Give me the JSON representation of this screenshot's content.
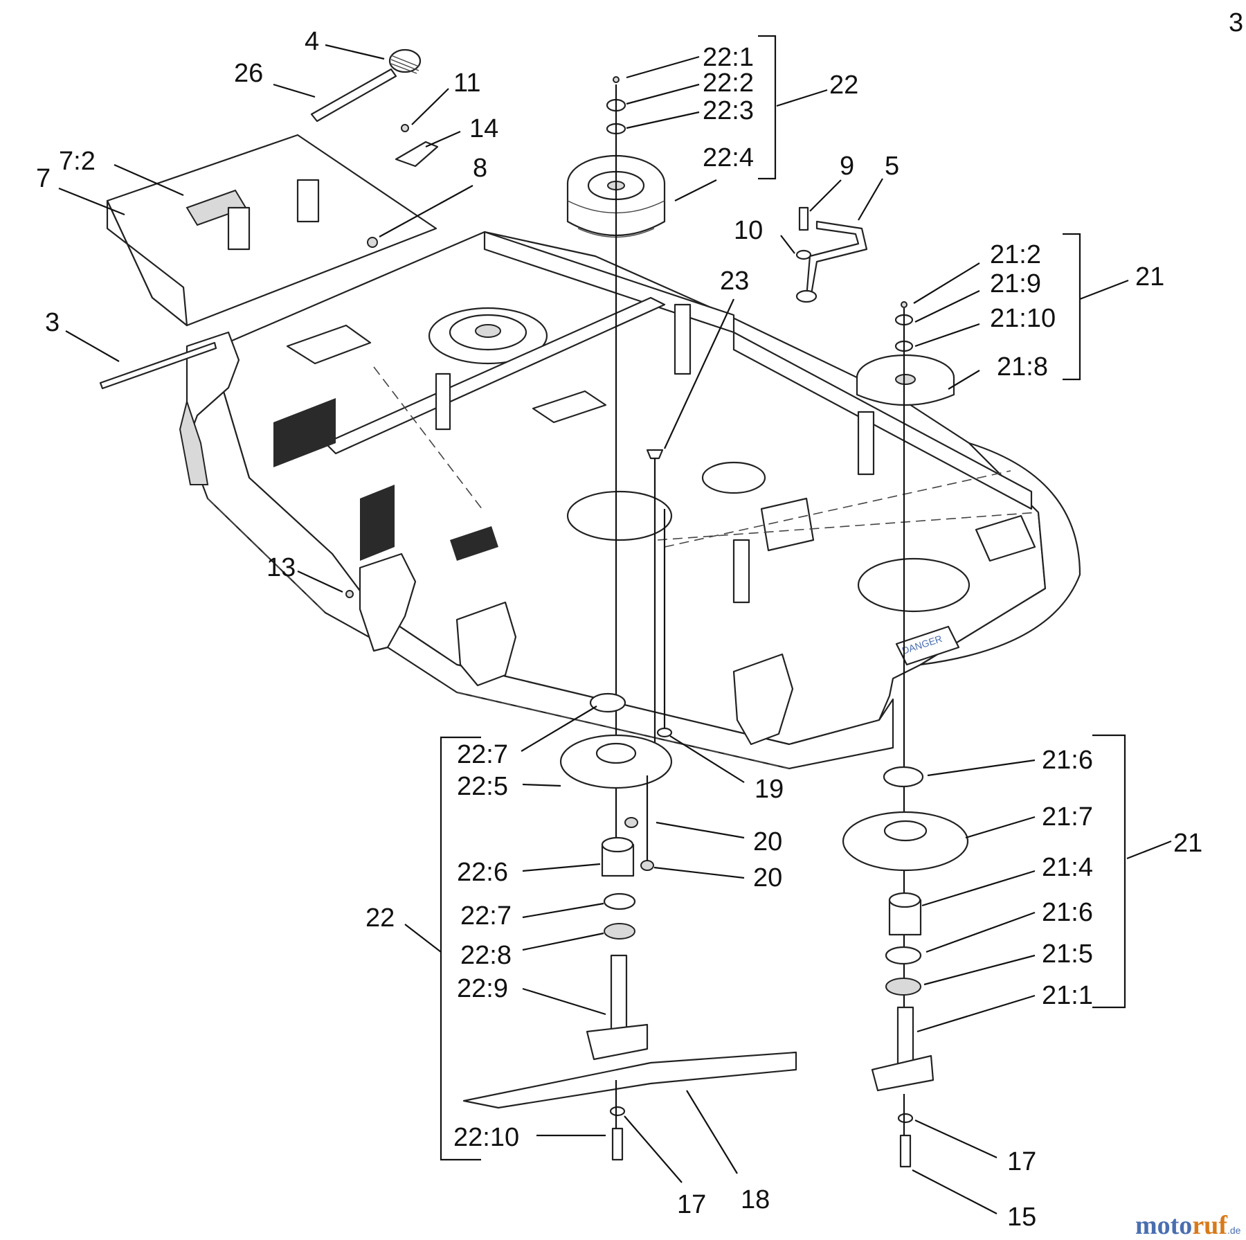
{
  "page_number": "3",
  "callouts": [
    {
      "id": "c4",
      "text": "4"
    },
    {
      "id": "c26",
      "text": "26"
    },
    {
      "id": "c11",
      "text": "11"
    },
    {
      "id": "c14",
      "text": "14"
    },
    {
      "id": "c72",
      "text": "7:2"
    },
    {
      "id": "c7",
      "text": "7"
    },
    {
      "id": "c8",
      "text": "8"
    },
    {
      "id": "c3",
      "text": "3"
    },
    {
      "id": "c221",
      "text": "22:1"
    },
    {
      "id": "c222",
      "text": "22:2"
    },
    {
      "id": "c223",
      "text": "22:3"
    },
    {
      "id": "c224",
      "text": "22:4"
    },
    {
      "id": "c22top",
      "text": "22"
    },
    {
      "id": "c9",
      "text": "9"
    },
    {
      "id": "c5",
      "text": "5"
    },
    {
      "id": "c10",
      "text": "10"
    },
    {
      "id": "c23",
      "text": "23"
    },
    {
      "id": "c212",
      "text": "21:2"
    },
    {
      "id": "c219",
      "text": "21:9"
    },
    {
      "id": "c2110",
      "text": "21:10"
    },
    {
      "id": "c218",
      "text": "21:8"
    },
    {
      "id": "c21top",
      "text": "21"
    },
    {
      "id": "c13",
      "text": "13"
    },
    {
      "id": "c227a",
      "text": "22:7"
    },
    {
      "id": "c225",
      "text": "22:5"
    },
    {
      "id": "c19",
      "text": "19"
    },
    {
      "id": "c20a",
      "text": "20"
    },
    {
      "id": "c20b",
      "text": "20"
    },
    {
      "id": "c226",
      "text": "22:6"
    },
    {
      "id": "c227b",
      "text": "22:7"
    },
    {
      "id": "c228",
      "text": "22:8"
    },
    {
      "id": "c229",
      "text": "22:9"
    },
    {
      "id": "c22bot",
      "text": "22"
    },
    {
      "id": "c2210",
      "text": "22:10"
    },
    {
      "id": "c17a",
      "text": "17"
    },
    {
      "id": "c18",
      "text": "18"
    },
    {
      "id": "c216a",
      "text": "21:6"
    },
    {
      "id": "c217",
      "text": "21:7"
    },
    {
      "id": "c21bot",
      "text": "21"
    },
    {
      "id": "c214",
      "text": "21:4"
    },
    {
      "id": "c216b",
      "text": "21:6"
    },
    {
      "id": "c215",
      "text": "21:5"
    },
    {
      "id": "c211",
      "text": "21:1"
    },
    {
      "id": "c17b",
      "text": "17"
    },
    {
      "id": "c15",
      "text": "15"
    }
  ],
  "decal_text": "DANGER",
  "watermark": {
    "part1": "moto",
    "part2": "ruf",
    "suffix": ".de"
  }
}
